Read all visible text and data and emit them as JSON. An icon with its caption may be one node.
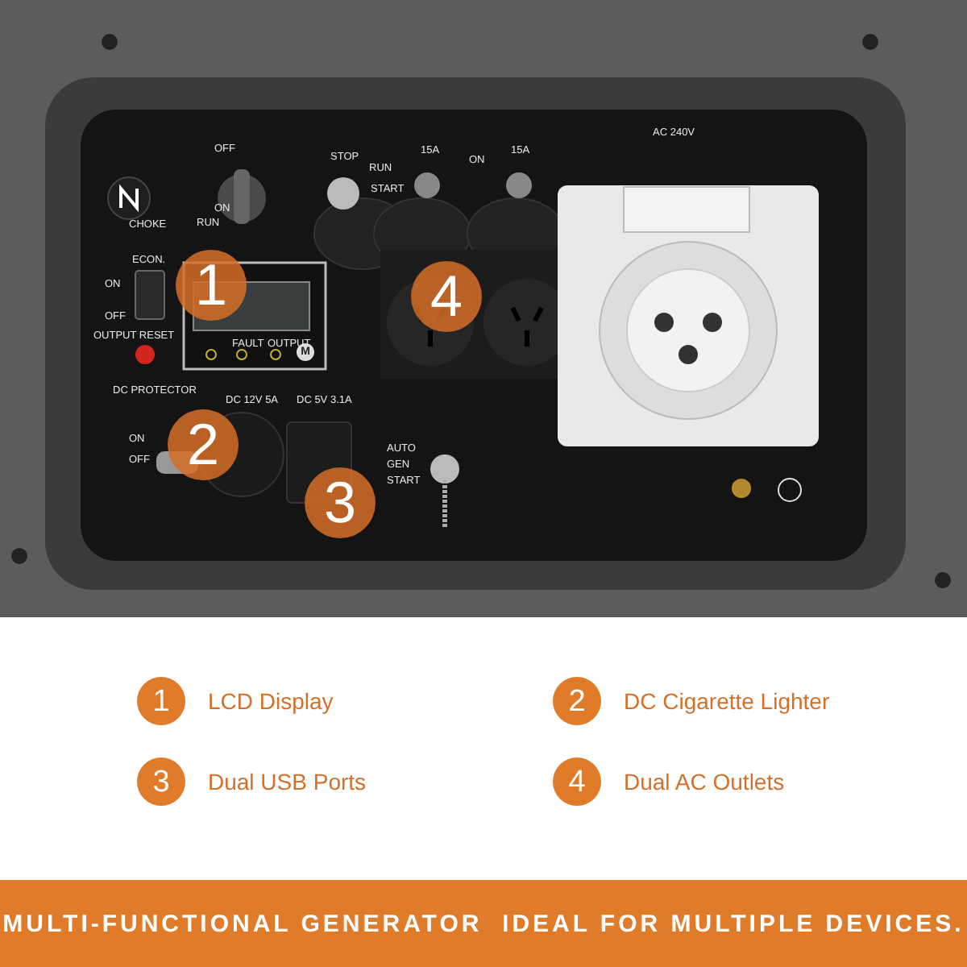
{
  "diagram": {
    "caption": "MULTI-FUNCTIONAL GENERATOR  IDEAL FOR MULTIPLE DEVICES.",
    "labels": [
      "CHOKE",
      "OFF",
      "ON",
      "RUN",
      "STOP",
      "RUN",
      "START",
      "15A",
      "ON",
      "15A",
      "AC 240V",
      "ECON.",
      "ON",
      "OFF",
      "OUTPUT RESET",
      "FAULT",
      "OUTPUT",
      "M",
      "DC PROTECTOR",
      "DC 12V 5A",
      "DC 5V 3.1A",
      "ON",
      "OFF",
      "AUTO",
      "GEN",
      "START",
      "1",
      "4",
      "2",
      "3",
      "1",
      "LCD Display",
      "2",
      "DC Cigarette Lighter",
      "3",
      "Dual USB Ports",
      "4",
      "Dual AC Outlets"
    ]
  }
}
